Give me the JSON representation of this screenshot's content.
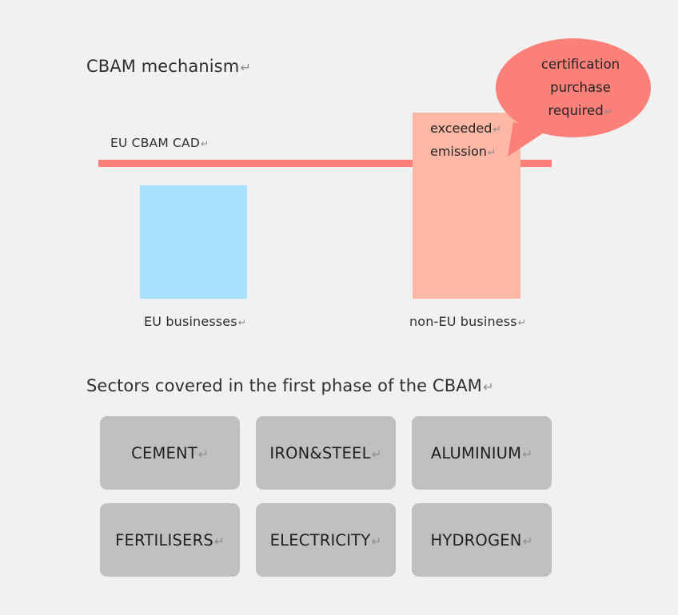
{
  "meta": {
    "return_mark": "↵",
    "background_color": "#f2f1f1"
  },
  "headings": {
    "main_title": "CBAM mechanism",
    "sectors_title": "Sectors covered in the first phase of the CBAM"
  },
  "chart": {
    "threshold_label": "EU CBAM CAD",
    "threshold_line_color": "#fa8079",
    "bars": [
      {
        "caption": "EU businesses",
        "color": "#a7e1fd",
        "exceeds_threshold": false,
        "inside_label": ""
      },
      {
        "caption": "non-EU business",
        "color": "#fdb7a7",
        "exceeds_threshold": true,
        "inside_label_line1": "exceeded",
        "inside_label_line2": "emission"
      }
    ],
    "callout": {
      "color": "#fa8079",
      "line1": "certification",
      "line2": "purchase",
      "line3": "required"
    }
  },
  "sectors": {
    "box_color": "#c0c0c0",
    "rows": [
      [
        "CEMENT",
        "IRON&STEEL",
        "ALUMINIUM"
      ],
      [
        "FERTILISERS",
        "ELECTRICITY",
        "HYDROGEN"
      ]
    ]
  },
  "chart_data": {
    "type": "bar",
    "title": "CBAM mechanism",
    "categories": [
      "EU businesses",
      "non-EU business"
    ],
    "values": [
      142,
      233
    ],
    "value_unit": "relative emission (px height, unlabeled axis)",
    "series": [
      {
        "name": "emissions",
        "values": [
          142,
          233
        ],
        "colors": [
          "#a7e1fd",
          "#fdb7a7"
        ]
      }
    ],
    "reference_line": {
      "label": "EU CBAM CAD",
      "color": "#fa8079",
      "value": 174,
      "note": "EU businesses bar sits entirely below the cap; non-EU business bar extends above it"
    },
    "annotations": [
      {
        "text": "exceeded emission",
        "attached_to": "non-EU business",
        "position": "above reference line, inside bar"
      },
      {
        "text": "certification purchase required",
        "attached_to": "non-EU business exceedance",
        "position": "speech bubble, top right"
      }
    ],
    "xlabel": "",
    "ylabel": "",
    "grid": false,
    "legend": "none"
  }
}
